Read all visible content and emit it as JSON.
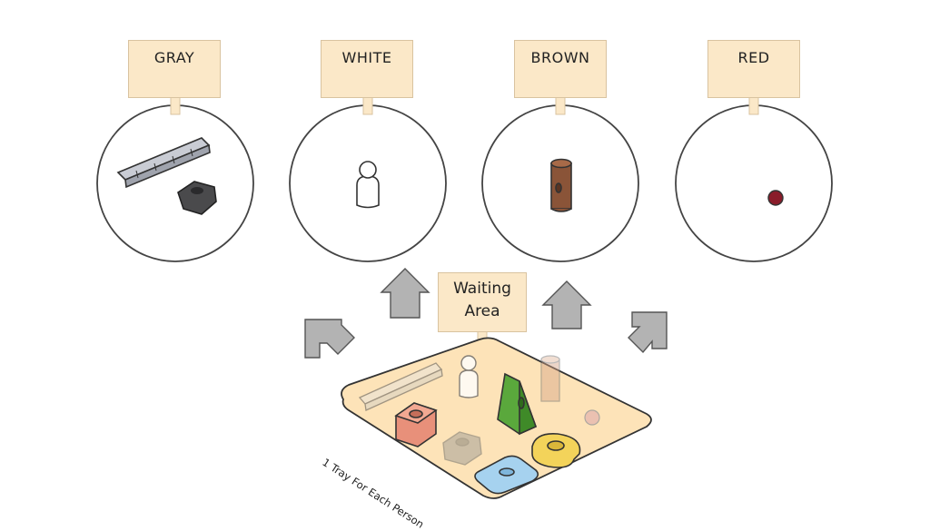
{
  "bins": [
    {
      "id": "gray",
      "label": "GRAY",
      "swatch_color": "#8a8a8a"
    },
    {
      "id": "white",
      "label": "WHITE",
      "swatch_color": "#ffffff"
    },
    {
      "id": "brown",
      "label": "BROWN",
      "swatch_color": "#8a5438"
    },
    {
      "id": "red",
      "label": "RED",
      "swatch_color": "#c8141c"
    }
  ],
  "waiting_area": {
    "line1": "Waiting",
    "line2": "Area"
  },
  "tray": {
    "caption": "1 Tray For Each Person"
  },
  "colors": {
    "card_fill": "#fbe8c8",
    "tray_fill": "#fde3b8",
    "arrow_fill": "#b3b3b3",
    "outline": "#333333"
  }
}
